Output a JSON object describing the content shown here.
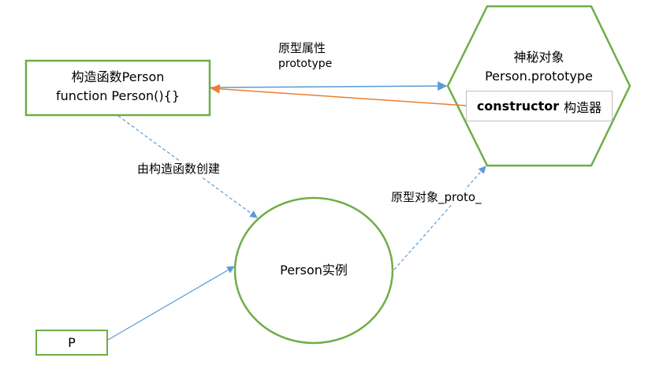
{
  "colors": {
    "node_border": "#70ad47",
    "arrow_blue": "#5b9bd5",
    "arrow_orange": "#ed7d31",
    "label_border": "#bfbfbf"
  },
  "nodes": {
    "constructor_function": {
      "line1": "构造函数Person",
      "line2": "function Person(){}"
    },
    "prototype_object": {
      "line1": "神秘对象",
      "line2": "Person.prototype"
    },
    "constructor_property": {
      "keyword": "constructor",
      "label": "构造器"
    },
    "instance": {
      "label": "Person实例"
    },
    "variable_p": {
      "label": "P"
    }
  },
  "edges": {
    "prototype_property": {
      "line1": "原型属性",
      "line2": "prototype"
    },
    "created_by_constructor": {
      "label": "由构造函数创建"
    },
    "proto_link": {
      "label": "原型对象_proto_"
    }
  }
}
